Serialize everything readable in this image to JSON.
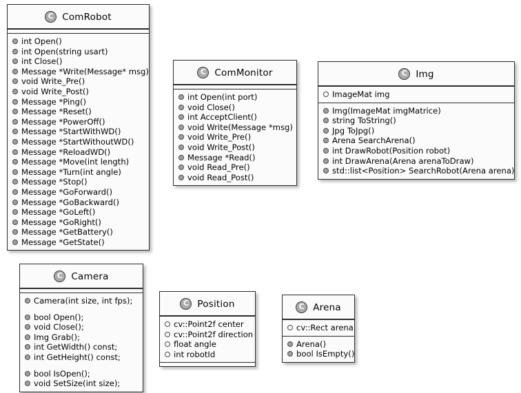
{
  "diagram": {
    "type": "uml-class-diagram",
    "background_color": "#ffffff",
    "box_fill_color": "#fbfbfb",
    "border_color": "#2b2b2b",
    "icon_fill_color": "#ababab",
    "method_marker_color": "#a0a0a0",
    "class_icon_letter": "C"
  },
  "classes": [
    {
      "name": "ComRobot",
      "attributes": [],
      "methods": [
        "int Open()",
        "int Open(string usart)",
        "int Close()",
        "Message *Write(Message* msg)",
        "void Write_Pre()",
        "void Write_Post()",
        "Message *Ping()",
        "Message *Reset()",
        "Message *PowerOff()",
        "Message *StartWithWD()",
        "Message *StartWithoutWD()",
        "Message *ReloadWD()",
        "Message *Move(int length)",
        "Message *Turn(int angle)",
        "Message *Stop()",
        "Message *GoForward()",
        "Message *GoBackward()",
        "Message *GoLeft()",
        "Message *GoRight()",
        "Message *GetBattery()",
        "Message *GetState()"
      ]
    },
    {
      "name": "ComMonitor",
      "attributes": [],
      "methods": [
        "int Open(int port)",
        "void Close()",
        "int AcceptClient()",
        "void Write(Message *msg)",
        "void Write_Pre()",
        "void Write_Post()",
        "Message *Read()",
        "void Read_Pre()",
        "void Read_Post()"
      ]
    },
    {
      "name": "Img",
      "attributes": [
        "ImageMat img"
      ],
      "methods": [
        "Img(ImageMat imgMatrice)",
        "string ToString()",
        "Jpg ToJpg()",
        "Arena SearchArena()",
        "int DrawRobot(Position robot)",
        "int DrawArena(Arena arenaToDraw)",
        "std::list<Position> SearchRobot(Arena arena)"
      ]
    },
    {
      "name": "Camera",
      "attributes": [],
      "methods": [
        "Camera(int size, int fps);",
        "",
        "bool Open();",
        "void Close();",
        "Img Grab();",
        "int GetWidth() const;",
        "int GetHeight() const;",
        "",
        "bool IsOpen();",
        "void SetSize(int size);"
      ]
    },
    {
      "name": "Position",
      "attributes": [
        "cv::Point2f center",
        "cv::Point2f direction",
        "float angle",
        "int robotId"
      ],
      "methods": []
    },
    {
      "name": "Arena",
      "attributes": [
        "cv::Rect arena"
      ],
      "methods": [
        "Arena()",
        "bool IsEmpty()"
      ]
    }
  ]
}
